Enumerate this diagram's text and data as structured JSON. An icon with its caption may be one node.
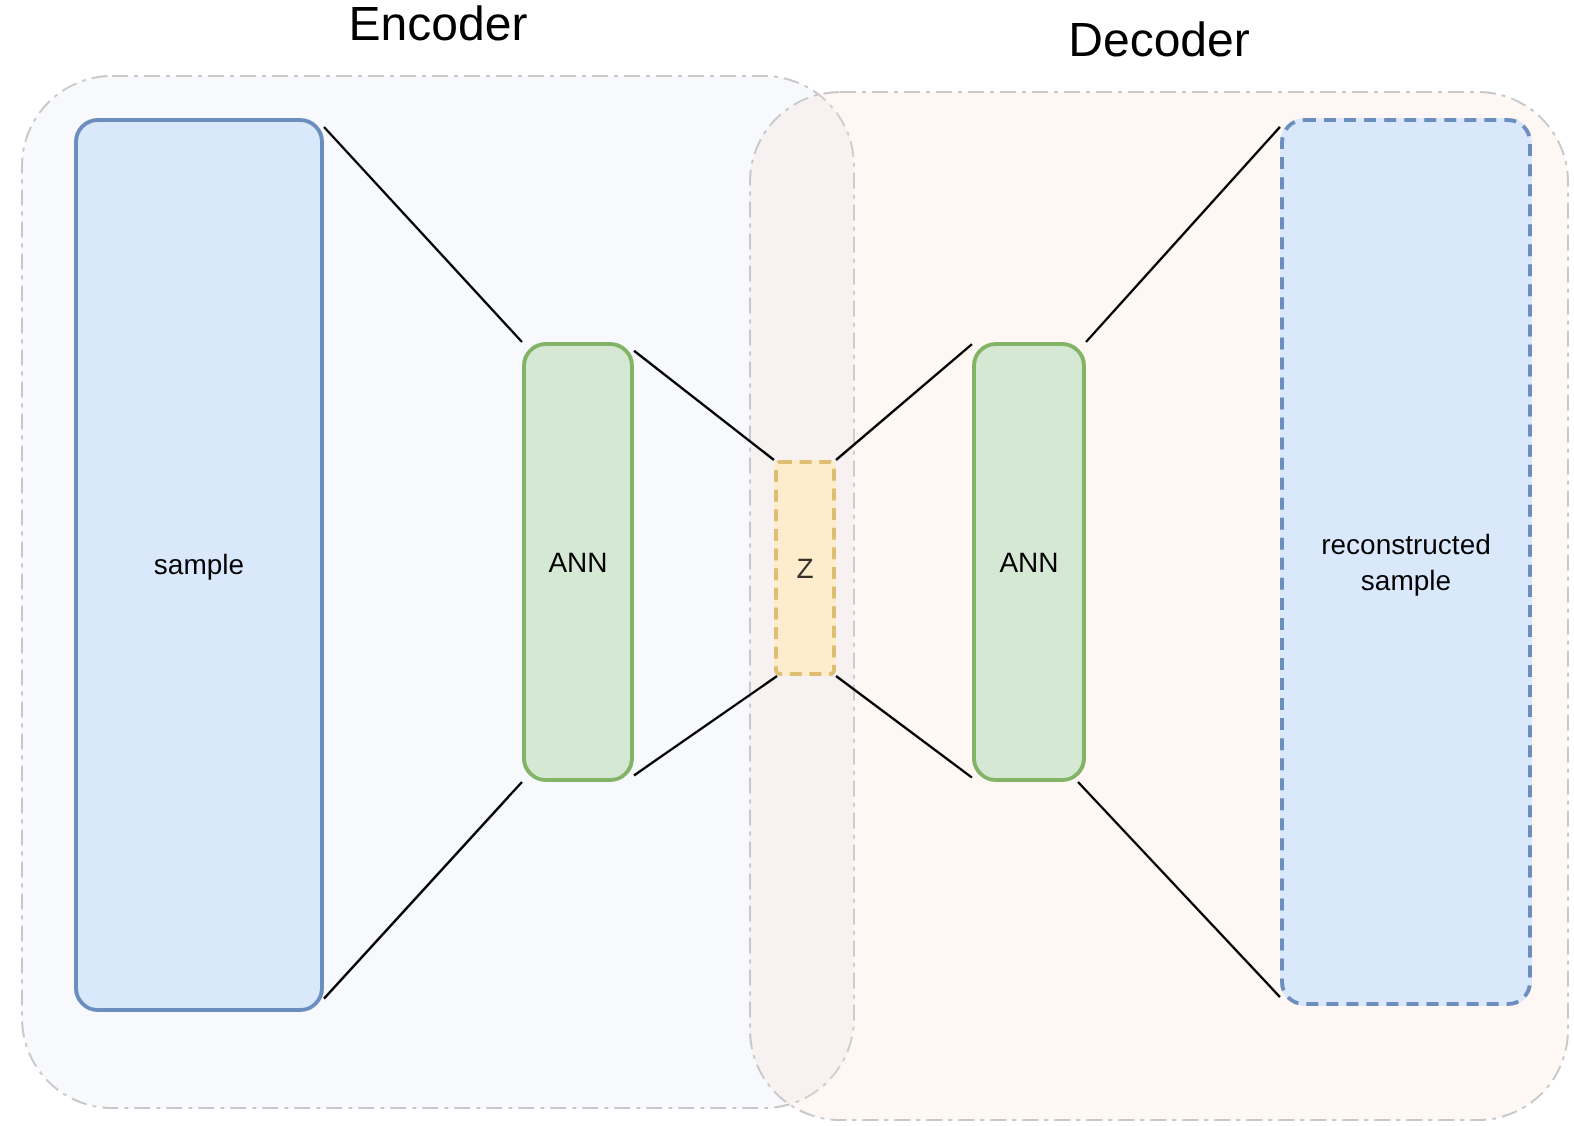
{
  "diagram": {
    "nodes": [
      {
        "text": [
          "Encoder"
        ]
      },
      {
        "text": [
          "sample"
        ],
        "in": 0
      },
      {
        "text": [
          "ANN"
        ],
        "in": 0
      },
      {
        "text": [
          "Z"
        ]
      },
      {
        "text": [
          "Decoder"
        ]
      },
      {
        "text": [
          "ANN"
        ],
        "in": 4
      },
      {
        "text": [
          "reconstructed sample"
        ],
        "in": 4
      }
    ],
    "edges": [
      {
        "from": 1,
        "to": 2,
        "arrow": "none"
      },
      {
        "from": 1,
        "to": 2,
        "arrow": "none"
      },
      {
        "from": 2,
        "to": 3,
        "arrow": "none"
      },
      {
        "from": 2,
        "to": 3,
        "arrow": "none"
      },
      {
        "from": 3,
        "to": 5,
        "arrow": "none"
      },
      {
        "from": 3,
        "to": 5,
        "arrow": "none"
      },
      {
        "from": 5,
        "to": 6,
        "arrow": "none"
      },
      {
        "from": 5,
        "to": 6,
        "arrow": "none"
      }
    ]
  }
}
